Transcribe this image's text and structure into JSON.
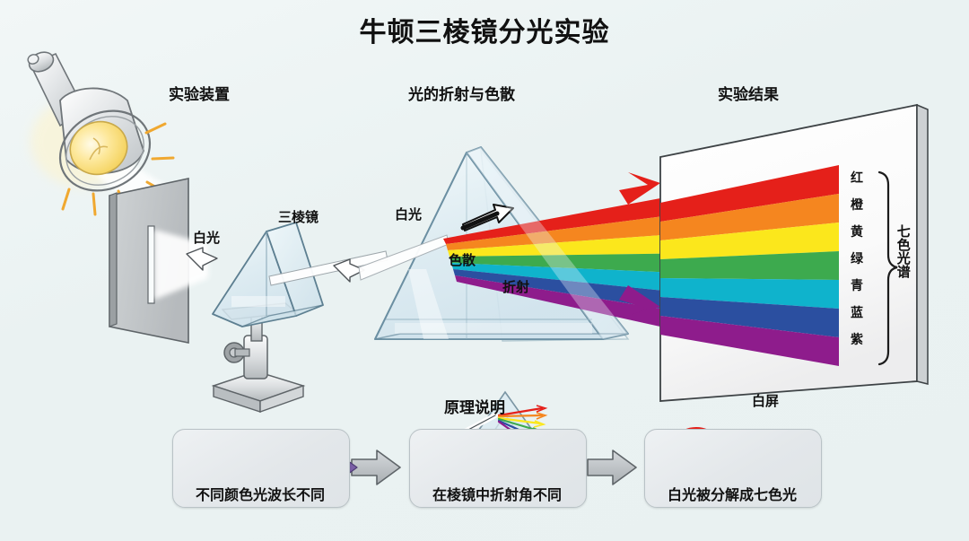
{
  "title": "牛顿三棱镜分光实验",
  "sections": [
    {
      "id": "apparatus",
      "label": "实验装置"
    },
    {
      "id": "refraction",
      "label": "光的折射与色散"
    },
    {
      "id": "result",
      "label": "实验结果"
    }
  ],
  "apparatus": {
    "white_light_label": "白光",
    "prism_label": "三棱镜",
    "lamp_name": "light-source-lamp",
    "slit_plate_name": "slit-plate",
    "stand_name": "prism-stand"
  },
  "refraction": {
    "white_light_label": "白光",
    "dispersion_label": "色散",
    "refraction_label": "折射"
  },
  "result": {
    "screen_label": "白屏",
    "spectrum_bracket_label": "七色光谱",
    "colors": [
      {
        "name": "红",
        "hex": "#e5201a"
      },
      {
        "name": "橙",
        "hex": "#f5861f"
      },
      {
        "name": "黄",
        "hex": "#fbe71c"
      },
      {
        "name": "绿",
        "hex": "#3daa4e"
      },
      {
        "name": "青",
        "hex": "#0fb3cc"
      },
      {
        "name": "蓝",
        "hex": "#2b4fa0"
      },
      {
        "name": "紫",
        "hex": "#8e1c8c"
      }
    ]
  },
  "principle": {
    "heading": "原理说明",
    "steps": [
      {
        "label": "不同颜色光波长不同",
        "icon": "wavelength-icon"
      },
      {
        "label": "在棱镜中折射角不同",
        "icon": "prism-rays-icon"
      },
      {
        "label": "白光被分解成七色光",
        "icon": "rainbow-prism-icon"
      }
    ],
    "connector_icon": "arrow-right-icon"
  },
  "palette": {
    "background": "#eef4f4",
    "glass": "#d7e7ee",
    "metal": "#c9cdd0",
    "arrow_gray": "#b9bdc0",
    "text": "#111111"
  }
}
